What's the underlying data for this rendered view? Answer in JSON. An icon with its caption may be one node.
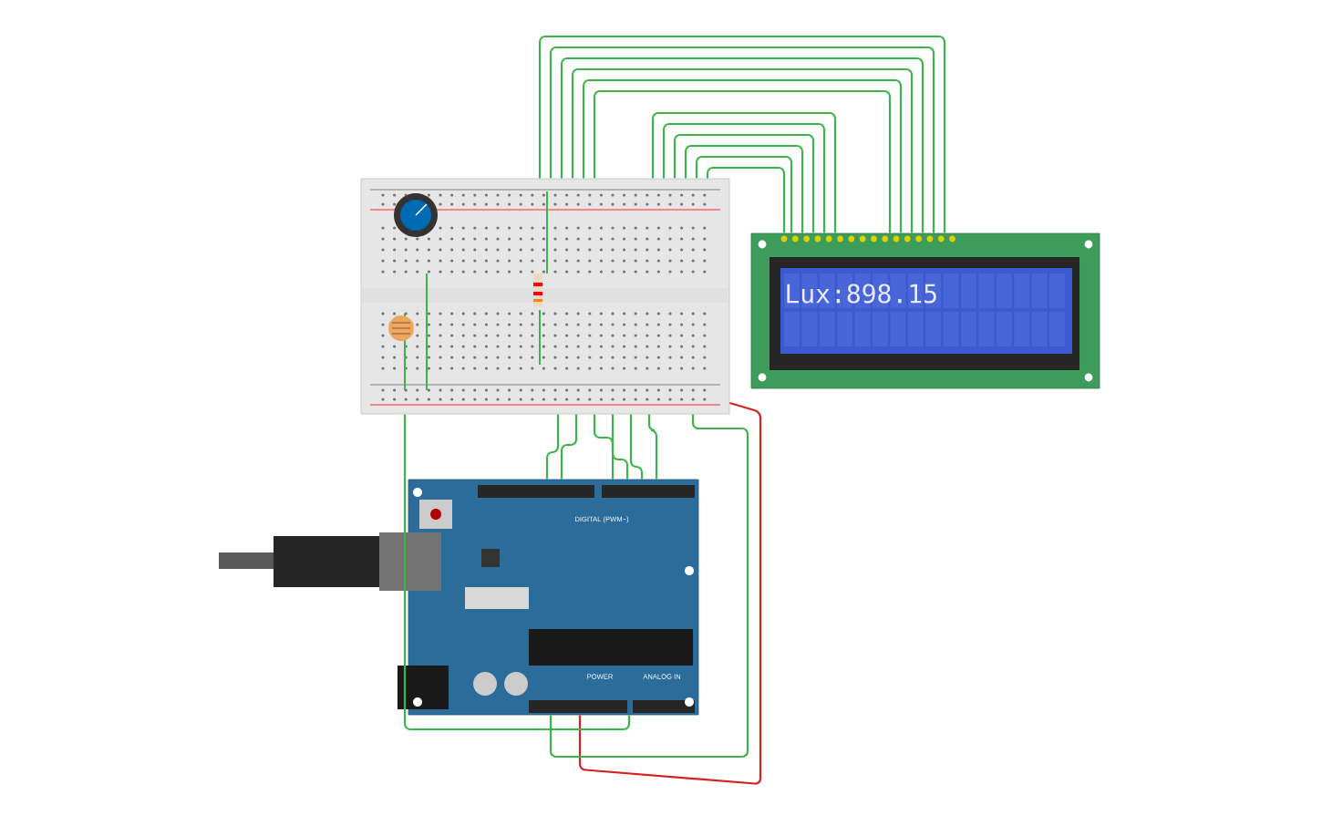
{
  "diagram": {
    "nodes": [
      {
        "text": [],
        "shape": "picture"
      },
      {
        "text": [
          "Lux:898.15"
        ]
      },
      {
        "text": [
          "DIGITAL (PWM~)",
          "POWER",
          "ANALOG IN"
        ]
      }
    ],
    "edges": [
      {
        "from": 0,
        "to": 1,
        "arrow": "none"
      },
      {
        "from": 0,
        "to": 1,
        "arrow": "none"
      },
      {
        "from": 0,
        "to": 1,
        "arrow": "none"
      },
      {
        "from": 0,
        "to": 1,
        "arrow": "none"
      },
      {
        "from": 0,
        "to": 1,
        "arrow": "none"
      },
      {
        "from": 0,
        "to": 1,
        "arrow": "none"
      },
      {
        "from": 0,
        "to": 1,
        "arrow": "none"
      },
      {
        "from": 0,
        "to": 1,
        "arrow": "none"
      },
      {
        "from": 0,
        "to": 1,
        "arrow": "none"
      },
      {
        "from": 0,
        "to": 1,
        "arrow": "none"
      },
      {
        "from": 0,
        "to": 1,
        "arrow": "none"
      },
      {
        "from": 0,
        "to": 1,
        "arrow": "none"
      },
      {
        "from": 0,
        "to": 2,
        "arrow": "none"
      },
      {
        "from": 0,
        "to": 2,
        "arrow": "none"
      },
      {
        "from": 0,
        "to": 2,
        "arrow": "none"
      },
      {
        "from": 0,
        "to": 2,
        "arrow": "none"
      },
      {
        "from": 0,
        "to": 2,
        "arrow": "none"
      },
      {
        "from": 0,
        "to": 2,
        "arrow": "none"
      },
      {
        "from": 0,
        "to": 2,
        "arrow": "none",
        "color": "#d42020"
      },
      {
        "from": 0,
        "to": 2,
        "arrow": "none"
      },
      {
        "from": 0,
        "to": 2,
        "arrow": "none"
      }
    ]
  }
}
